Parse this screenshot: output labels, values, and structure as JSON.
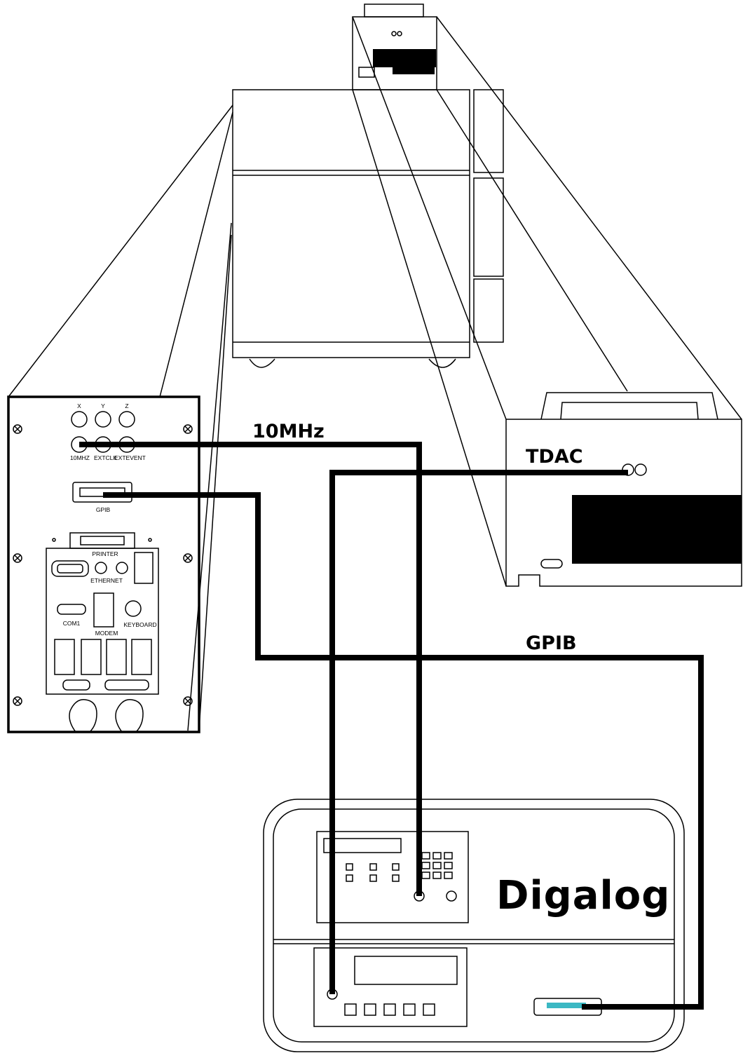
{
  "labels": {
    "cable_10mhz": "10MHz",
    "cable_tdac": "TDAC",
    "cable_gpib": "GPIB",
    "brand": "Digalog"
  },
  "rear_panel": {
    "top_connectors": [
      "X",
      "Y",
      "Z"
    ],
    "bottom_connectors": [
      "10MHZ",
      "EXTCLK",
      "EXTEVENT"
    ],
    "gpib": "GPIB",
    "printer": "PRINTER",
    "ethernet": "ETHERNET",
    "com1": "COM1",
    "modem": "MODEM",
    "keyboard": "KEYBOARD"
  }
}
